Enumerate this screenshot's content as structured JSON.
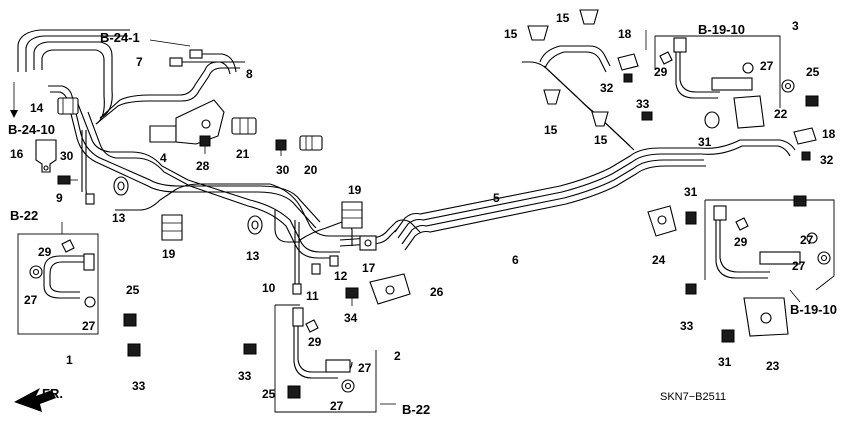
{
  "part_numbers": [
    "1",
    "2",
    "3",
    "4",
    "5",
    "6",
    "7",
    "8",
    "9",
    "10",
    "11",
    "12",
    "13",
    "13",
    "14",
    "15",
    "15",
    "15",
    "15",
    "16",
    "17",
    "18",
    "18",
    "19",
    "19",
    "20",
    "21",
    "22",
    "23",
    "24",
    "25",
    "25",
    "25",
    "26",
    "27",
    "27",
    "27",
    "27",
    "27",
    "27",
    "27",
    "28",
    "29",
    "29",
    "29",
    "29",
    "30",
    "30",
    "31",
    "31",
    "31",
    "32",
    "32",
    "33",
    "33",
    "33",
    "33",
    "34"
  ],
  "section_refs": {
    "b24_1": "B-24-1",
    "b24_10": "B-24-10",
    "b22_left": "B-22",
    "b22_bottom": "B-22",
    "b19_10_top": "B-19-10",
    "b19_10_right": "B-19-10"
  },
  "front_label": "FR.",
  "diagram_code": "SKN7−B2511"
}
